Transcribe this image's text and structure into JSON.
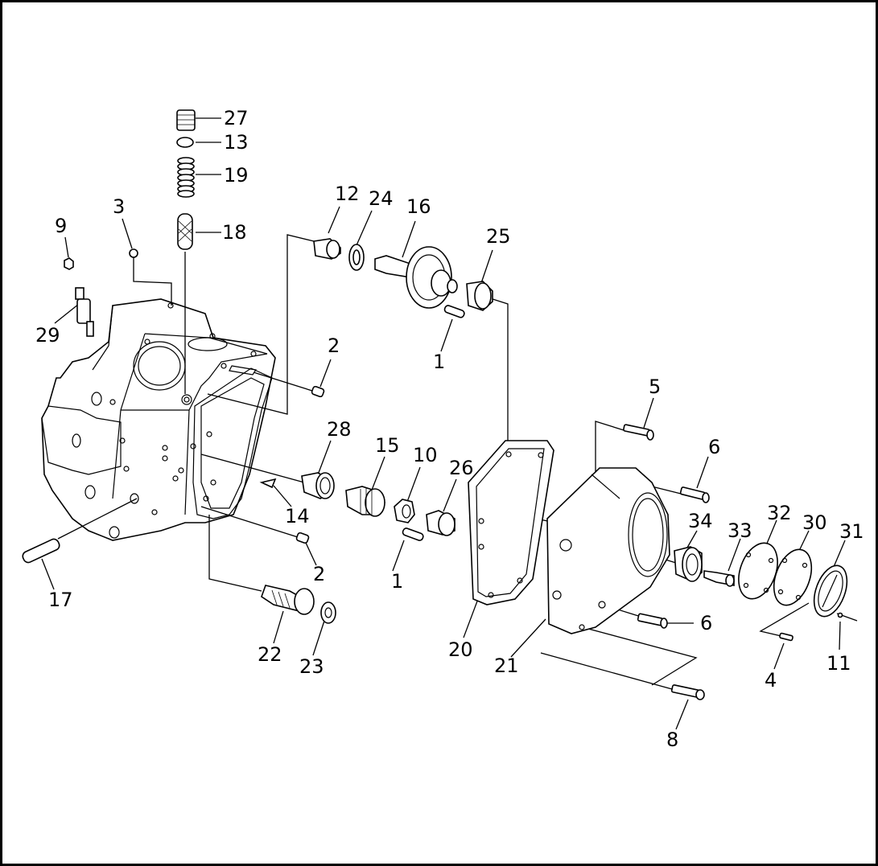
{
  "diagram": {
    "callouts": [
      {
        "id": "c27",
        "text": "27"
      },
      {
        "id": "c13",
        "text": "13"
      },
      {
        "id": "c19",
        "text": "19"
      },
      {
        "id": "c18",
        "text": "18"
      },
      {
        "id": "c3",
        "text": "3"
      },
      {
        "id": "c9",
        "text": "9"
      },
      {
        "id": "c29",
        "text": "29"
      },
      {
        "id": "c12",
        "text": "12"
      },
      {
        "id": "c24",
        "text": "24"
      },
      {
        "id": "c16",
        "text": "16"
      },
      {
        "id": "c25",
        "text": "25"
      },
      {
        "id": "c1a",
        "text": "1"
      },
      {
        "id": "c2a",
        "text": "2"
      },
      {
        "id": "c28",
        "text": "28"
      },
      {
        "id": "c15",
        "text": "15"
      },
      {
        "id": "c10",
        "text": "10"
      },
      {
        "id": "c26",
        "text": "26"
      },
      {
        "id": "c14",
        "text": "14"
      },
      {
        "id": "c2b",
        "text": "2"
      },
      {
        "id": "c1b",
        "text": "1"
      },
      {
        "id": "c17",
        "text": "17"
      },
      {
        "id": "c22",
        "text": "22"
      },
      {
        "id": "c23",
        "text": "23"
      },
      {
        "id": "c20",
        "text": "20"
      },
      {
        "id": "c21",
        "text": "21"
      },
      {
        "id": "c5",
        "text": "5"
      },
      {
        "id": "c6a",
        "text": "6"
      },
      {
        "id": "c34",
        "text": "34"
      },
      {
        "id": "c33",
        "text": "33"
      },
      {
        "id": "c32",
        "text": "32"
      },
      {
        "id": "c30",
        "text": "30"
      },
      {
        "id": "c31",
        "text": "31"
      },
      {
        "id": "c6b",
        "text": "6"
      },
      {
        "id": "c4",
        "text": "4"
      },
      {
        "id": "c11",
        "text": "11"
      },
      {
        "id": "c8",
        "text": "8"
      }
    ]
  }
}
